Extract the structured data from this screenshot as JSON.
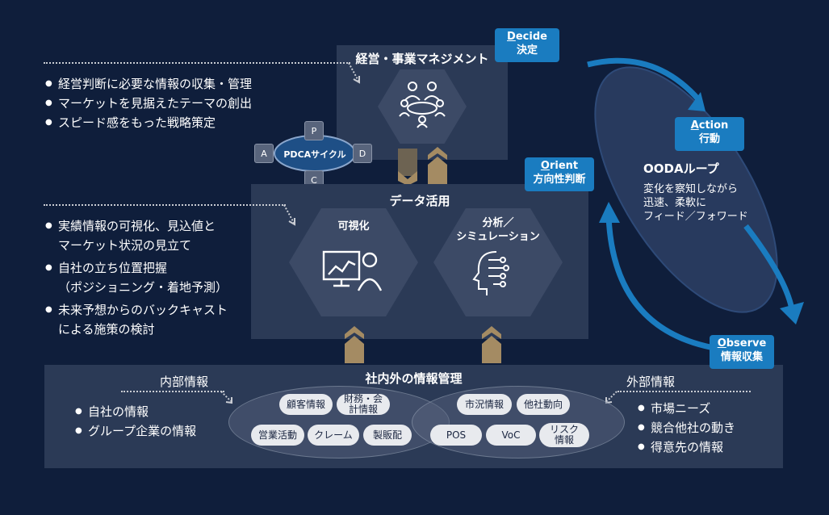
{
  "management": {
    "title": "経営・事業マネジメント",
    "bullets": [
      "経営判断に必要な情報の収集・管理",
      "マーケットを見据えたテーマの創出",
      "スピード感をもった戦略策定"
    ]
  },
  "pdca": {
    "label": "PDCAサイクル",
    "p": "P",
    "d": "D",
    "c": "C",
    "a": "A"
  },
  "data_use": {
    "title": "データ活用",
    "bullets": [
      [
        "実績情報の可視化、見込値と",
        "マーケット状況の見立て"
      ],
      [
        "自社の立ち位置把握",
        "（ポジショニング・着地予測）"
      ],
      [
        "未来予想からのバックキャスト",
        "による施策の検討"
      ]
    ],
    "visualize_label": "可視化",
    "analysis_label": [
      "分析／",
      "シミュレーション"
    ]
  },
  "info_mgmt": {
    "title": "社内外の情報管理",
    "internal_label": "内部情報",
    "internal_bullets": [
      "自社の情報",
      "グループ企業の情報"
    ],
    "external_label": "外部情報",
    "external_bullets": [
      "市場ニーズ",
      "競合他社の動き",
      "得意先の情報"
    ],
    "internal_pills": [
      "顧客情報",
      "財務・会計情報",
      "営業活動",
      "クレーム",
      "製販配"
    ],
    "external_pills": [
      "市況情報",
      "他社動向",
      "POS",
      "VoC",
      "リスク情報"
    ]
  },
  "ooda": {
    "title": "OODAループ",
    "desc": [
      "変化を察知しながら",
      "迅速、柔軟に",
      "フィード／フォワード"
    ],
    "decide": {
      "en_first": "D",
      "en_rest": "ecide",
      "ja": "決定"
    },
    "action": {
      "en_first": "A",
      "en_rest": "ction",
      "ja": "行動"
    },
    "orient": {
      "en_first": "O",
      "en_rest": "rient",
      "ja": "方向性判断"
    },
    "observe": {
      "en_first": "O",
      "en_rest": "bserve",
      "ja": "情報収集"
    }
  },
  "colors": {
    "background": "#0f1e3b",
    "panel": "#2b3a56",
    "accent_blue": "#1a7cc0",
    "chevron_gold": "#a48b63"
  }
}
